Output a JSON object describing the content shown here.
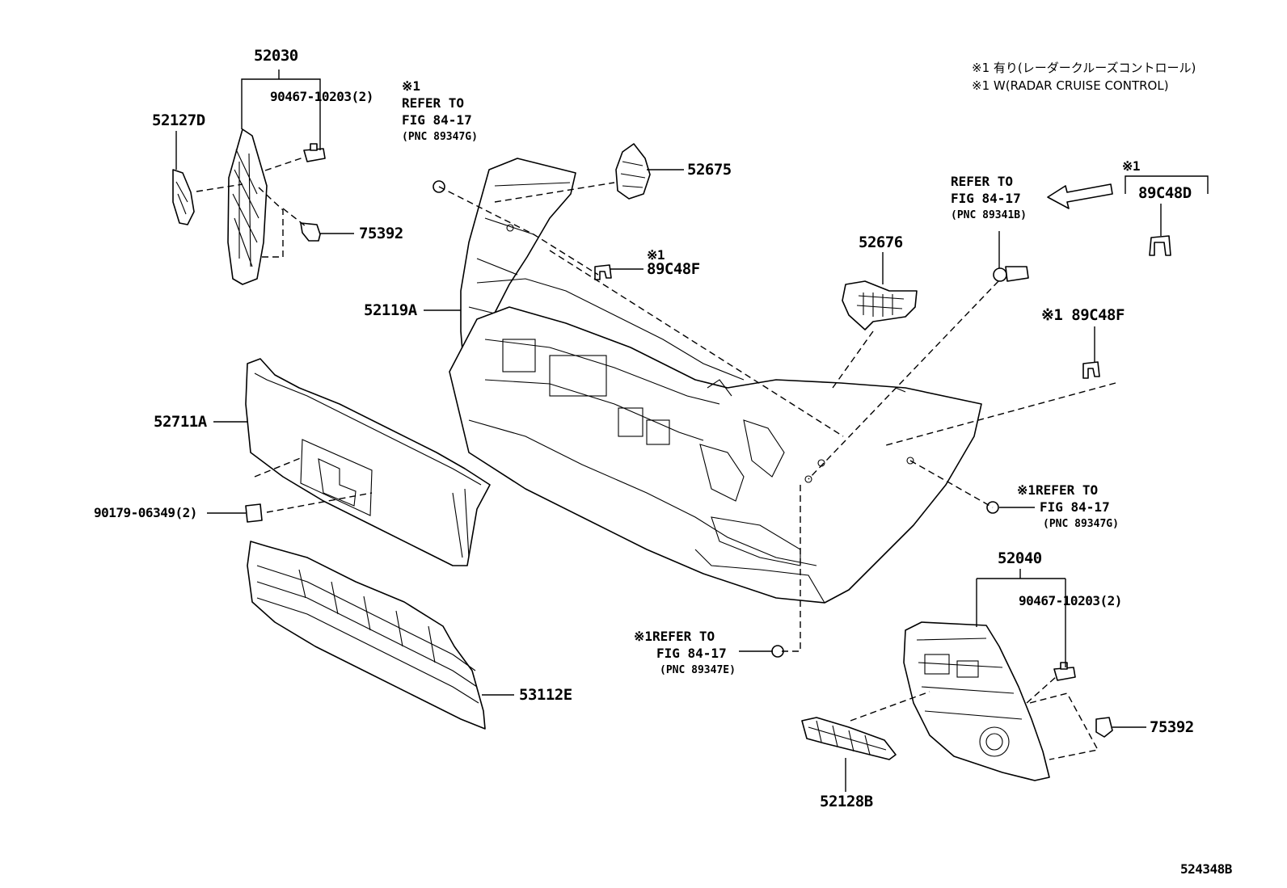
{
  "notes": [
    "※1 有り(レーダークルーズコントロール)",
    "※1 W(RADAR CRUISE CONTROL)"
  ],
  "parts": {
    "p52030": "52030",
    "p52030_clip": "90467-10203(2)",
    "p52127D": "52127D",
    "p75392_top": "75392",
    "p52675": "52675",
    "p89C48F_top_mark": "※1",
    "p89C48F_top": "89C48F",
    "p52119A": "52119A",
    "p52676": "52676",
    "p89C48D_mark": "※1",
    "p89C48D": "89C48D",
    "p89C48F_right": "※1 89C48F",
    "p52711A": "52711A",
    "p90179": "90179-06349(2)",
    "p52040": "52040",
    "p52040_clip": "90467-10203(2)",
    "p75392_bottom": "75392",
    "p53112E": "53112E",
    "p52128B": "52128B",
    "diagram_id": "524348B"
  },
  "refs": {
    "top_left": {
      "mark": "※1",
      "line1": "REFER TO",
      "line2": "FIG 84-17",
      "line3": "(PNC 89347G)"
    },
    "top_right": {
      "line1": "REFER TO",
      "line2": "FIG 84-17",
      "line3": "(PNC 89341B)"
    },
    "mid_right": {
      "line1": "※1REFER TO",
      "line2": "FIG 84-17",
      "line3": "(PNC 89347G)"
    },
    "bottom_center": {
      "line1": "※1REFER TO",
      "line2": "FIG 84-17",
      "line3": "(PNC 89347E)"
    }
  }
}
